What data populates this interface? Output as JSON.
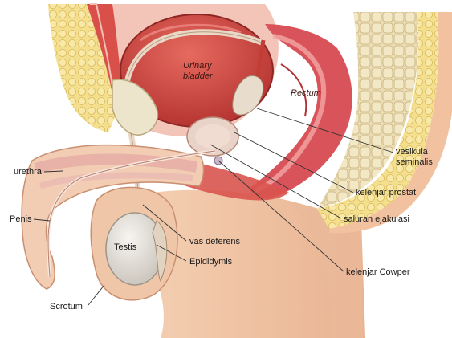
{
  "labels": {
    "urinary_bladder_line1": "Urinary",
    "urinary_bladder_line2": "bladder",
    "rectum": "Rectum",
    "vesikula_line1": "vesikula",
    "vesikula_line2": "seminalis",
    "kelenjar_prostat": "kelenjar prostat",
    "saluran_ejakulasi": "saluran ejakulasi",
    "kelenjar_cowper": "kelenjar Cowper",
    "urethra": "urethra",
    "penis": "Penis",
    "testis": "Testis",
    "vas_deferens": "vas deferens",
    "epididymis": "Epididymis",
    "scrotum": "Scrotum"
  },
  "colors": {
    "background": "#ffffff",
    "skin": "#f2c9a8",
    "skin_shadow": "#e4a987",
    "fat": "#f4df8e",
    "muscle": "#d8484a",
    "bladder": "#c63d3a",
    "tissue_pink": "#f0b7b2",
    "bone": "#e8d9b0",
    "testis": "#e6e2dc",
    "leader_line": "#333333"
  }
}
